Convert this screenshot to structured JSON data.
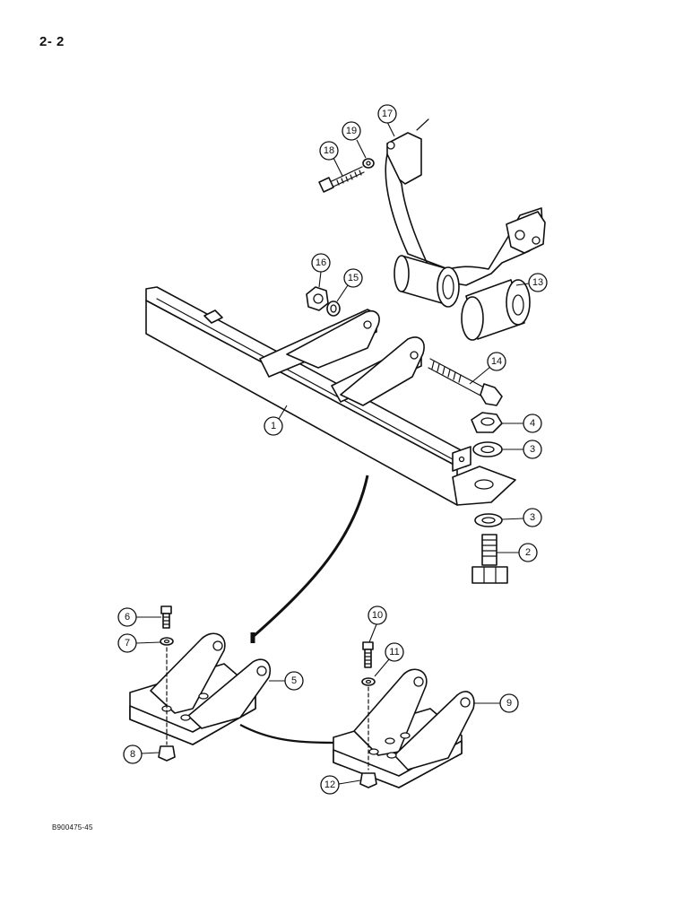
{
  "page": {
    "number": "2- 2",
    "figure_code": "B900475-45"
  },
  "callouts": [
    {
      "id": "17",
      "label": "17"
    },
    {
      "id": "18",
      "label": "18"
    },
    {
      "id": "19",
      "label": "19"
    },
    {
      "id": "16",
      "label": "16"
    },
    {
      "id": "15",
      "label": "15"
    },
    {
      "id": "13",
      "label": "13"
    },
    {
      "id": "14",
      "label": "14"
    },
    {
      "id": "1",
      "label": "1"
    },
    {
      "id": "4",
      "label": "4"
    },
    {
      "id": "3a",
      "label": "3"
    },
    {
      "id": "3b",
      "label": "3"
    },
    {
      "id": "2",
      "label": "2"
    },
    {
      "id": "6",
      "label": "6"
    },
    {
      "id": "7",
      "label": "7"
    },
    {
      "id": "5",
      "label": "5"
    },
    {
      "id": "8",
      "label": "8"
    },
    {
      "id": "10",
      "label": "10"
    },
    {
      "id": "11",
      "label": "11"
    },
    {
      "id": "9",
      "label": "9"
    },
    {
      "id": "12",
      "label": "12"
    }
  ]
}
